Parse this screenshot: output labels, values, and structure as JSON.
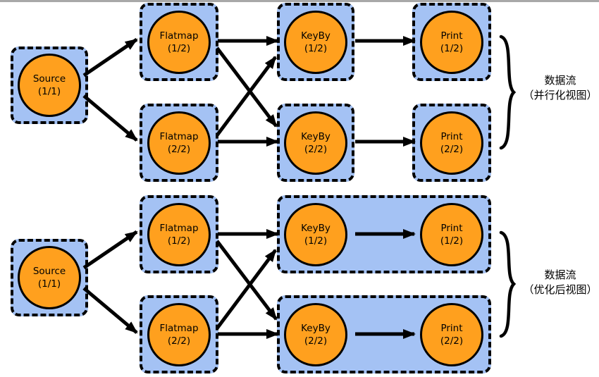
{
  "colors": {
    "node_fill": "#FFA01E",
    "node_border": "#000000",
    "group_box_fill": "#A4C2F4",
    "group_box_border": "#000000",
    "arrow": "#000000",
    "top_bar": "#A8A8A8",
    "background": "#FFFFFF",
    "text": "#000000"
  },
  "diagrams": {
    "parallelized": {
      "caption": {
        "line1": "数据流",
        "line2": "（并行化视图）"
      },
      "nodes": {
        "source": {
          "title": "Source",
          "subtitle": "(1/1)"
        },
        "flatmap1": {
          "title": "Flatmap",
          "subtitle": "(1/2)"
        },
        "flatmap2": {
          "title": "Flatmap",
          "subtitle": "(2/2)"
        },
        "keyby1": {
          "title": "KeyBy",
          "subtitle": "(1/2)"
        },
        "keyby2": {
          "title": "KeyBy",
          "subtitle": "(2/2)"
        },
        "print1": {
          "title": "Print",
          "subtitle": "(1/2)"
        },
        "print2": {
          "title": "Print",
          "subtitle": "(2/2)"
        }
      }
    },
    "optimized": {
      "caption": {
        "line1": "数据流",
        "line2": "（优化后视图）"
      },
      "nodes": {
        "source": {
          "title": "Source",
          "subtitle": "(1/1)"
        },
        "flatmap1": {
          "title": "Flatmap",
          "subtitle": "(1/2)"
        },
        "flatmap2": {
          "title": "Flatmap",
          "subtitle": "(2/2)"
        },
        "keyby1": {
          "title": "KeyBy",
          "subtitle": "(1/2)"
        },
        "keyby2": {
          "title": "KeyBy",
          "subtitle": "(2/2)"
        },
        "print1": {
          "title": "Print",
          "subtitle": "(1/2)"
        },
        "print2": {
          "title": "Print",
          "subtitle": "(2/2)"
        }
      }
    }
  }
}
